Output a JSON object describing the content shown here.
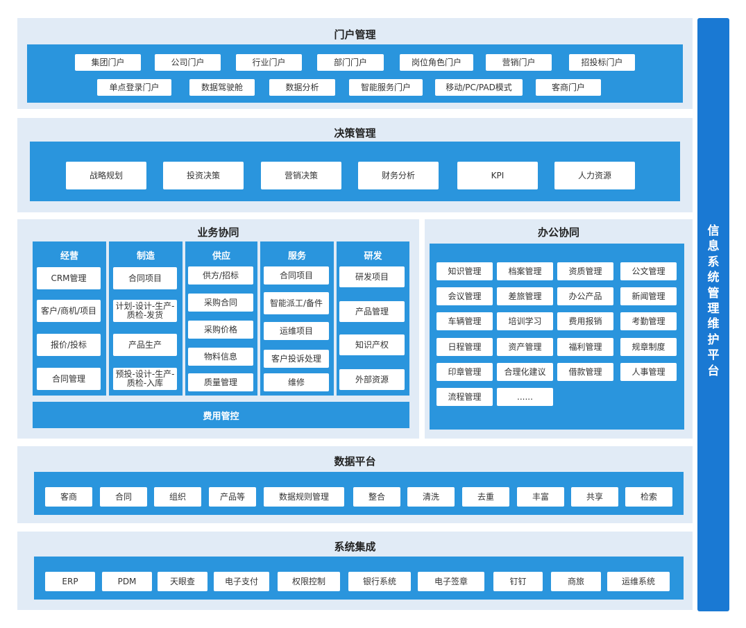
{
  "portal": {
    "title": "门户管理",
    "row1": [
      "集团门户",
      "公司门户",
      "行业门户",
      "部门门户",
      "岗位角色门户",
      "营销门户",
      "招投标门户"
    ],
    "row2": [
      "单点登录门户",
      "数据驾驶舱",
      "数据分析",
      "智能服务门户",
      "移动/PC/PAD模式",
      "客商门户"
    ]
  },
  "decision": {
    "title": "决策管理",
    "items": [
      "战略规划",
      "投资决策",
      "营销决策",
      "财务分析",
      "KPI",
      "人力资源"
    ]
  },
  "business": {
    "title": "业务协同",
    "columns": [
      {
        "title": "经营",
        "items": [
          "CRM管理",
          "客户/商机/项目",
          "报价/投标",
          "合同管理"
        ]
      },
      {
        "title": "制造",
        "items": [
          "合同项目",
          "计划-设计-生产-质检-发货",
          "产品生产",
          "预投-设计-生产-质检-入库"
        ]
      },
      {
        "title": "供应",
        "items": [
          "供方/招标",
          "采购合同",
          "采购价格",
          "物料信息",
          "质量管理"
        ]
      },
      {
        "title": "服务",
        "items": [
          "合同项目",
          "智能派工/备件",
          "运维项目",
          "客户投诉处理",
          "维修"
        ]
      },
      {
        "title": "研发",
        "items": [
          "研发项目",
          "产品管理",
          "知识产权",
          "外部资源"
        ]
      }
    ],
    "cost_label": "费用管控"
  },
  "office": {
    "title": "办公协同",
    "items": [
      "知识管理",
      "档案管理",
      "资质管理",
      "公文管理",
      "会议管理",
      "差旅管理",
      "办公产品",
      "新闻管理",
      "车辆管理",
      "培训学习",
      "费用报销",
      "考勤管理",
      "日程管理",
      "资产管理",
      "福利管理",
      "规章制度",
      "印章管理",
      "合理化建议",
      "借款管理",
      "人事管理",
      "流程管理",
      "......"
    ]
  },
  "data_platform": {
    "title": "数据平台",
    "items": [
      "客商",
      "合同",
      "组织",
      "产品等",
      "数据规则管理",
      "整合",
      "清洗",
      "去重",
      "丰富",
      "共享",
      "检索"
    ]
  },
  "integration": {
    "title": "系统集成",
    "items": [
      "ERP",
      "PDM",
      "天眼查",
      "电子支付",
      "权限控制",
      "银行系统",
      "电子签章",
      "钉钉",
      "商旅",
      "运维系统"
    ]
  },
  "side_label": "信息系统管理维护平台"
}
